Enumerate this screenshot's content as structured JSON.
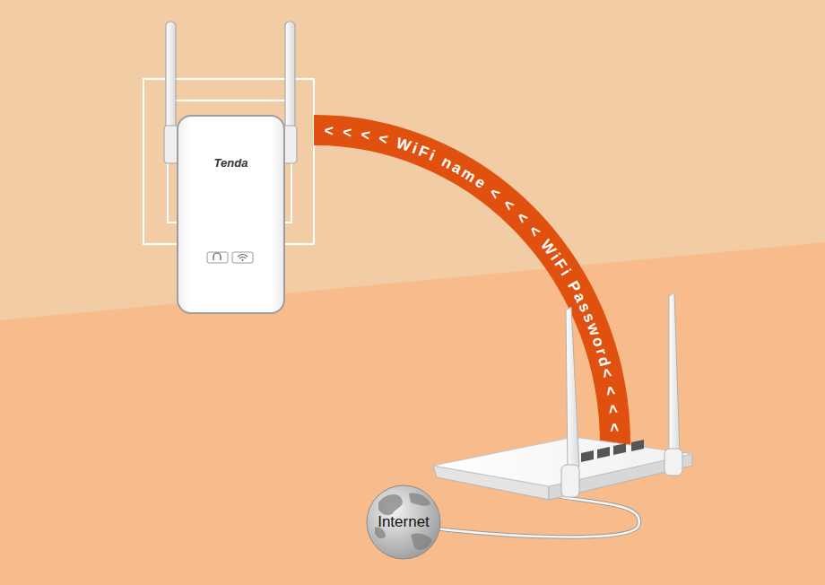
{
  "diagram": {
    "nodes": [
      {
        "text": [
          "Tenda"
        ]
      },
      {
        "text": [
          "Internet"
        ]
      }
    ],
    "labels": [
      "< < < < WiFi name < < < < WiFi Password< < < <"
    ]
  }
}
